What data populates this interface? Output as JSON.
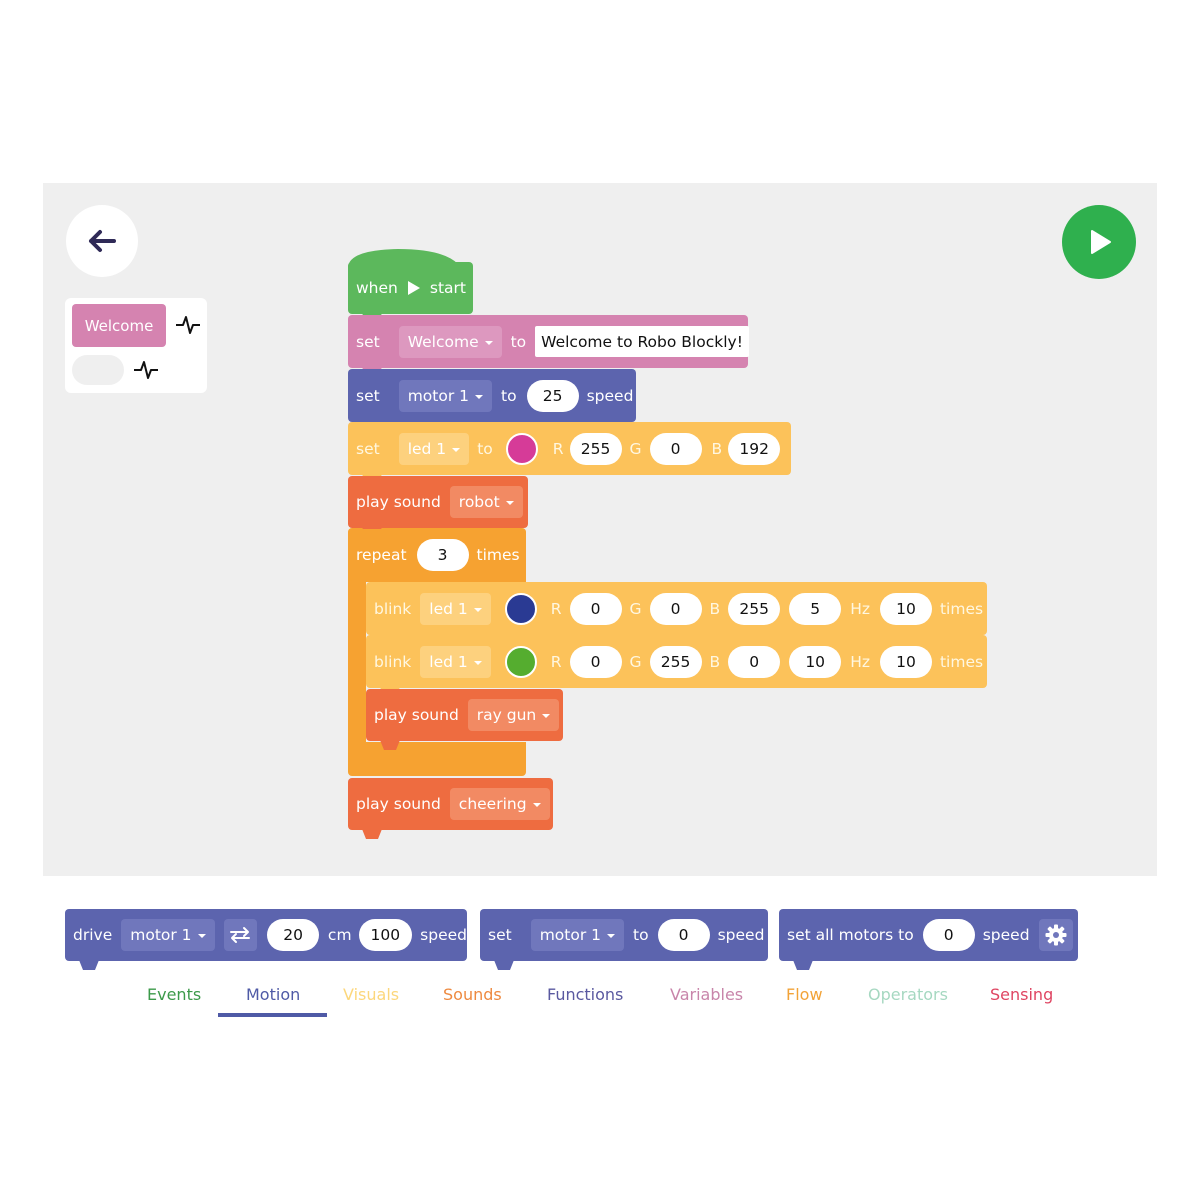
{
  "colors": {
    "events": "#5cb85c",
    "variables": "#d583b0",
    "motion": "#5c64ae",
    "visuals": "#fcc25a",
    "sounds": "#ee6c40",
    "flow": "#f6a231",
    "canvas_bg": "#efefef"
  },
  "nav": {
    "back_icon": "arrow-left-icon",
    "run_icon": "play-icon"
  },
  "variables_panel": {
    "variable_name": "Welcome",
    "pulse_icon": "pulse-icon"
  },
  "program": {
    "hat": {
      "when": "when",
      "start": "start"
    },
    "set_var": {
      "set": "set",
      "var": "Welcome",
      "to": "to",
      "value": "Welcome to Robo Blockly!"
    },
    "set_motor": {
      "set": "set",
      "motor": "motor 1",
      "to": "to",
      "speed_value": "25",
      "speed": "speed"
    },
    "set_led": {
      "set": "set",
      "led": "led 1",
      "to": "to",
      "color": "#d63b98",
      "r_label": "R",
      "r": "255",
      "g_label": "G",
      "g": "0",
      "b_label": "B",
      "b": "192"
    },
    "play_robot": {
      "play_sound": "play sound",
      "sound": "robot"
    },
    "repeat": {
      "repeat": "repeat",
      "count": "3",
      "times": "times"
    },
    "blink1": {
      "blink": "blink",
      "led": "led 1",
      "color": "#2a3a93",
      "r_label": "R",
      "r": "0",
      "g_label": "G",
      "g": "0",
      "b_label": "B",
      "b": "255",
      "hz_value": "5",
      "hz": "Hz",
      "times_value": "10",
      "times": "times"
    },
    "blink2": {
      "blink": "blink",
      "led": "led 1",
      "color": "#55ad2f",
      "r_label": "R",
      "r": "0",
      "g_label": "G",
      "g": "255",
      "b_label": "B",
      "b": "0",
      "hz_value": "10",
      "hz": "Hz",
      "times_value": "10",
      "times": "times"
    },
    "play_raygun": {
      "play_sound": "play sound",
      "sound": "ray gun"
    },
    "play_cheering": {
      "play_sound": "play sound",
      "sound": "cheering"
    }
  },
  "toolbox": {
    "drive": {
      "drive": "drive",
      "motor": "motor 1",
      "swap_icon": "swap-direction-icon",
      "distance": "20",
      "cm": "cm",
      "speed_value": "100",
      "speed": "speed"
    },
    "set_motor": {
      "set": "set",
      "motor": "motor 1",
      "to": "to",
      "speed_value": "0",
      "speed": "speed"
    },
    "set_all": {
      "label": "set all motors to",
      "speed_value": "0",
      "speed": "speed",
      "settings_icon": "gear-icon"
    }
  },
  "tabs": [
    {
      "label": "Events",
      "color": "#3c9a4a"
    },
    {
      "label": "Motion",
      "color": "#4f5aa6",
      "selected": true
    },
    {
      "label": "Visuals",
      "color": "#fcd77c"
    },
    {
      "label": "Sounds",
      "color": "#ee8a40"
    },
    {
      "label": "Functions",
      "color": "#5a59a0"
    },
    {
      "label": "Variables",
      "color": "#c885aa"
    },
    {
      "label": "Flow",
      "color": "#f2a338"
    },
    {
      "label": "Operators",
      "color": "#a6d8c1"
    },
    {
      "label": "Sensing",
      "color": "#df4562"
    }
  ]
}
